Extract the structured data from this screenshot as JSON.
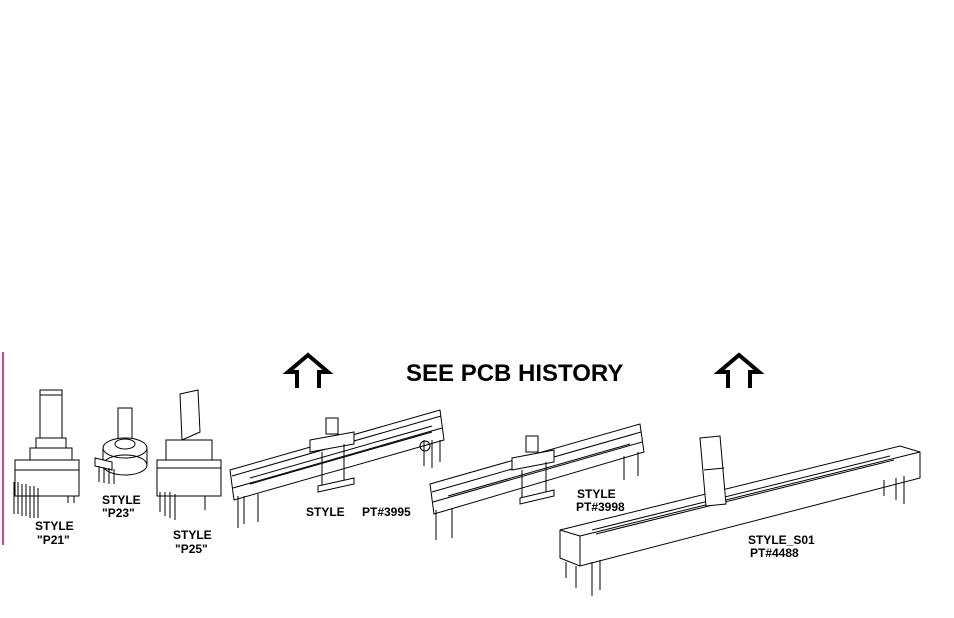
{
  "title": "SEE PCB HISTORY",
  "icons": [
    "up-arrow-icon",
    "up-arrow-icon"
  ],
  "accent_color": "#cc0077",
  "parts": [
    {
      "id": "p21",
      "line1": "STYLE",
      "line2": "\"P21\""
    },
    {
      "id": "p23",
      "line1": "STYLE",
      "line2": "\"P23\""
    },
    {
      "id": "p25",
      "line1": "STYLE",
      "line2": "\"P25\""
    },
    {
      "id": "pt3995",
      "line1": "STYLE",
      "line2": "PT#3995"
    },
    {
      "id": "pt3998",
      "line1": "STYLE",
      "line2": "PT#3998"
    },
    {
      "id": "pt4488",
      "line1": "STYLE_S01",
      "line2": "PT#4488"
    }
  ]
}
